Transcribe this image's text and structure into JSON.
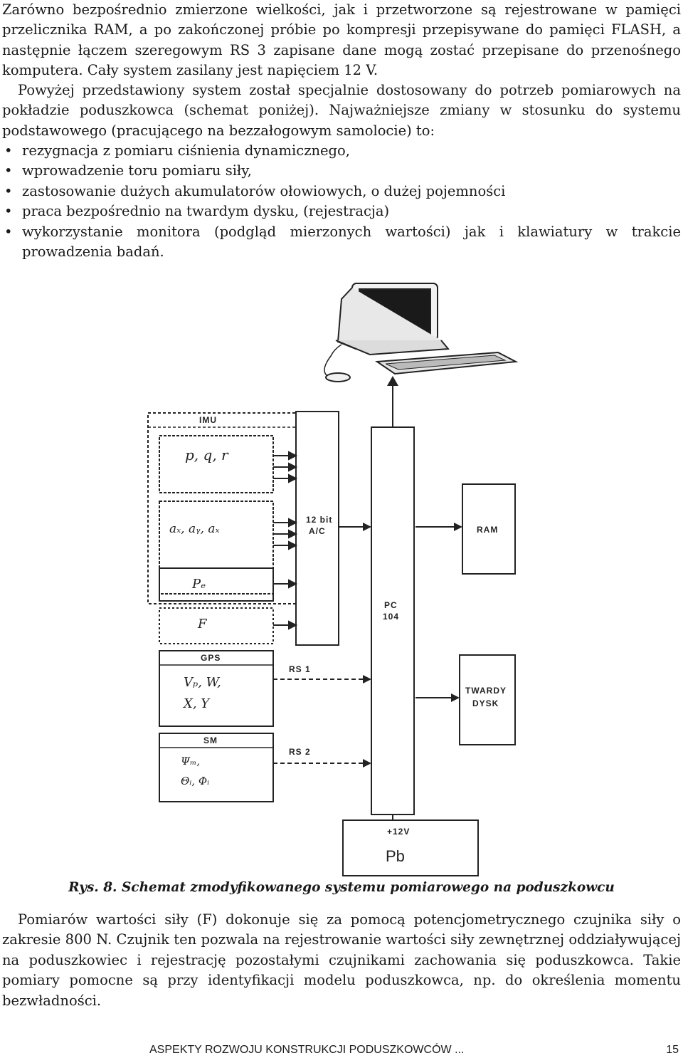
{
  "paragraphs": {
    "p1": "Zarówno bezpośrednio zmierzone wielkości, jak i przetworzone są rejestrowane w pamięci przelicznika RAM, a po zakończonej próbie po kompresji przepisywane do pamięci FLASH, a następnie łączem szeregowym RS 3 zapisane dane mogą zostać przepisane do przenośnego komputera. Cały system zasilany jest napięciem 12 V.",
    "p2": "Powyżej przedstawiony system został specjalnie dostosowany do potrzeb pomiarowych na pokładzie poduszkowca (schemat poniżej). Najważniejsze zmiany w stosunku do systemu podstawowego (pracującego na bezzałogowym samolocie) to:",
    "p3": "Pomiarów wartości siły (F) dokonuje się za pomocą potencjometrycznego czujnika siły o zakresie 800 N. Czujnik ten pozwala na rejestrowanie wartości siły zewnętrznej oddziaływującej na poduszkowiec i rejestrację pozostałymi czujnikami zachowania się poduszkowca. Takie pomiary pomocne są przy identyfikacji modelu poduszkowca, np. do określenia momentu bezwładności."
  },
  "bullets": [
    "rezygnacja z pomiaru ciśnienia dynamicznego,",
    "wprowadzenie toru pomiaru siły,",
    "zastosowanie dużych akumulatorów ołowiowych, o dużej pojemności",
    "praca bezpośrednio na twardym dysku, (rejestracja)",
    "wykorzystanie monitora (podgląd mierzonych wartości) jak i klawiatury w trakcie prowadzenia badań."
  ],
  "diagram": {
    "imu": "IMU",
    "pqr": "p, q, r",
    "axyz": "aₓ, aᵧ, aₓ",
    "ad_line1": "12 bit",
    "ad_line2": "A/C",
    "pe": "Pₑ",
    "f": "F",
    "gps": "GPS",
    "gps_line1": "Vₚ, W,",
    "gps_line2": "X, Y",
    "sm": "SM",
    "sm_line1": "Ψₘ,",
    "sm_line2": "Θᵢ, Φᵢ",
    "rs1": "RS 1",
    "rs2": "RS 2",
    "pc_line1": "PC",
    "pc_line2": "104",
    "ram": "RAM",
    "disk_line1": "TWARDY",
    "disk_line2": "DYSK",
    "batt_line1": "+12V",
    "batt_line2": "Pb"
  },
  "caption": "Rys. 8. Schemat zmodyfikowanego systemu pomiarowego na poduszkowcu",
  "footer": {
    "title": "ASPEKTY ROZWOJU KONSTRUKCJI PODUSZKOWCÓW ...",
    "page_number": "15"
  }
}
